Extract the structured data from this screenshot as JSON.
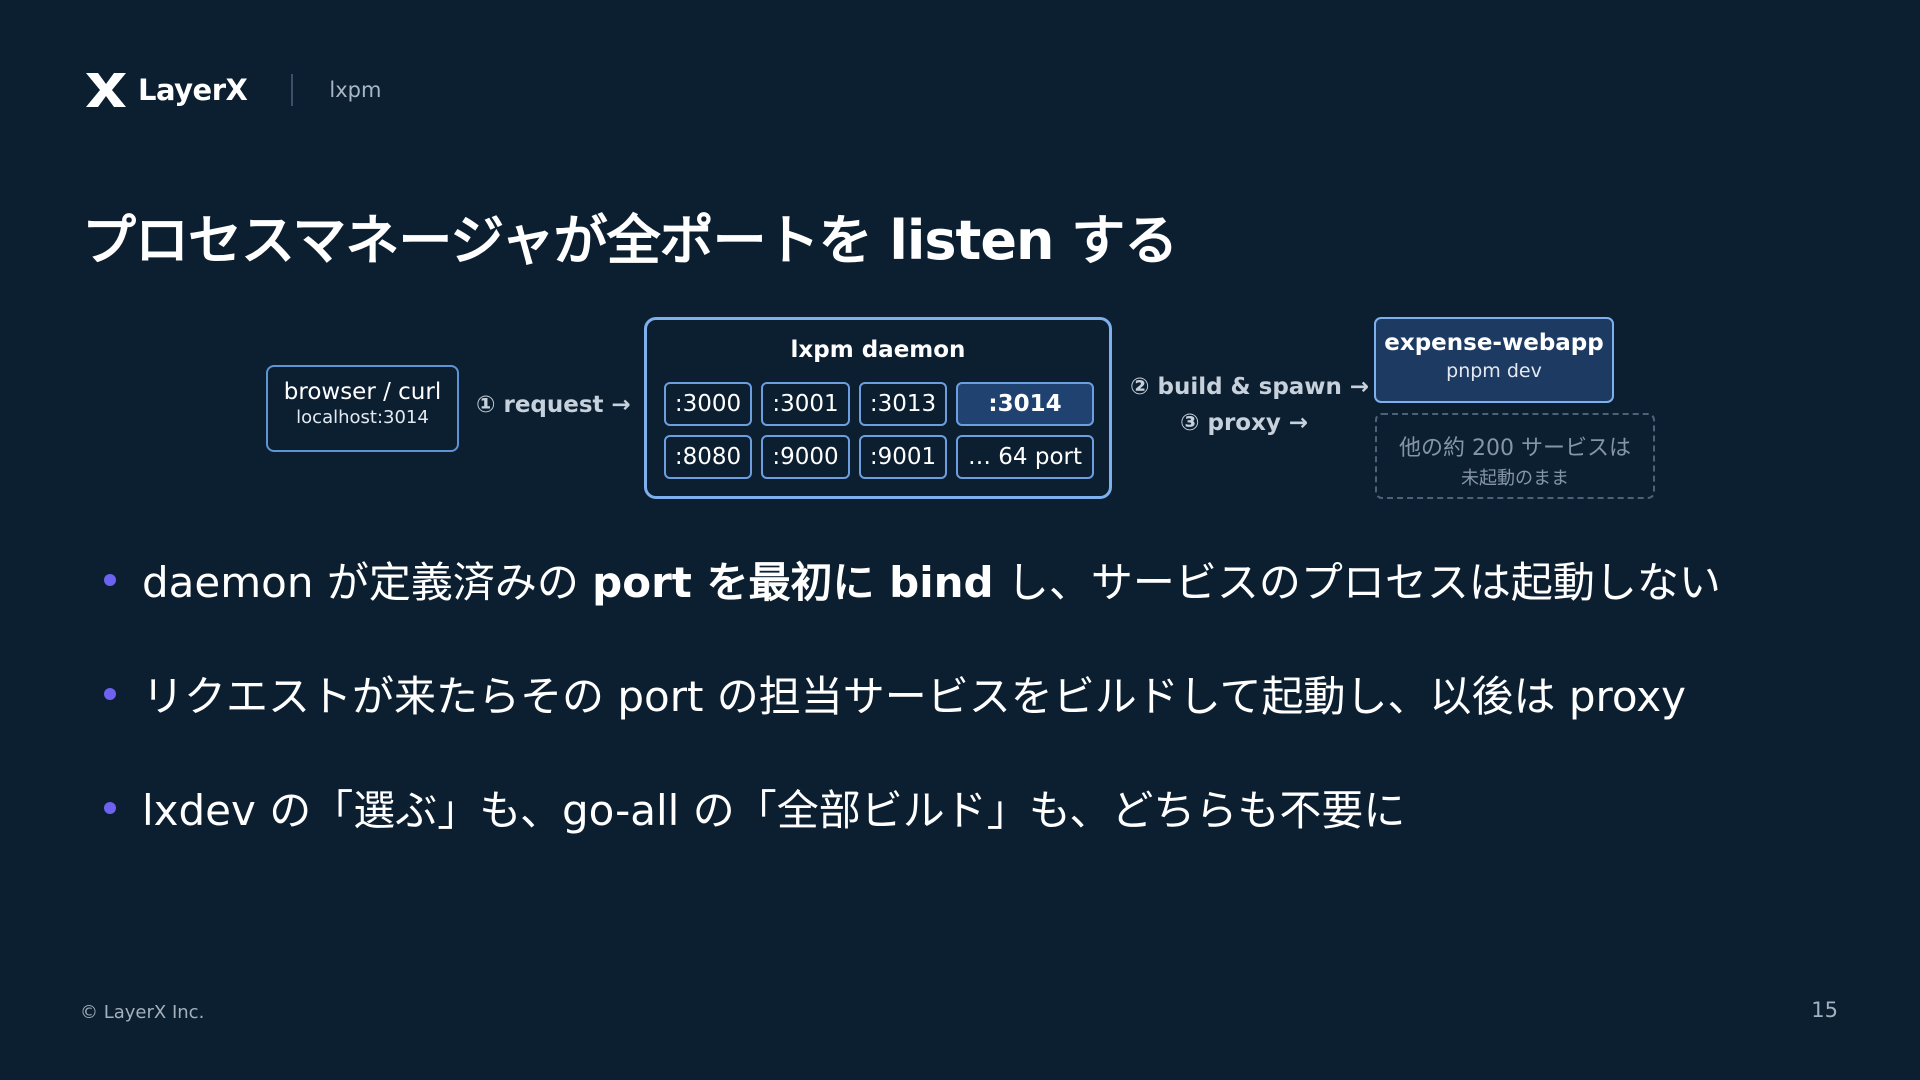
{
  "header": {
    "brand": "LayerX",
    "subtitle": "lxpm"
  },
  "title": "プロセスマネージャが全ポートを listen する",
  "diagram": {
    "client": {
      "line1": "browser / curl",
      "line2": "localhost:3014"
    },
    "step1": "① request →",
    "daemon": {
      "title": "lxpm daemon",
      "ports_row1": [
        ":3000",
        ":3001",
        ":3013",
        ":3014"
      ],
      "ports_row2": [
        ":8080",
        ":9000",
        ":9001",
        "… 64 port"
      ],
      "active_port": ":3014"
    },
    "step2": "② build & spawn →",
    "step3": "③ proxy →",
    "target": {
      "name": "expense-webapp",
      "command": "pnpm dev"
    },
    "others": {
      "line1": "他の約 200 サービスは",
      "line2": "未起動のまま"
    }
  },
  "bullets": [
    {
      "pre": "daemon が定義済みの ",
      "bold": "port を最初に bind",
      "post": " し、サービスのプロセスは起動しない"
    },
    {
      "pre": "リクエストが来たらその port の担当サービスをビルドして起動し、以後は proxy",
      "bold": "",
      "post": ""
    },
    {
      "pre": "lxdev の「選ぶ」も、go-all の「全部ビルド」も、どちらも不要に",
      "bold": "",
      "post": ""
    }
  ],
  "footer": {
    "copyright": "© LayerX Inc.",
    "page": "15"
  },
  "colors": {
    "background": "#0c1f31",
    "accent": "#7fb0ee",
    "bullet": "#6d63f0",
    "active_port_fill": "#1f4270"
  }
}
